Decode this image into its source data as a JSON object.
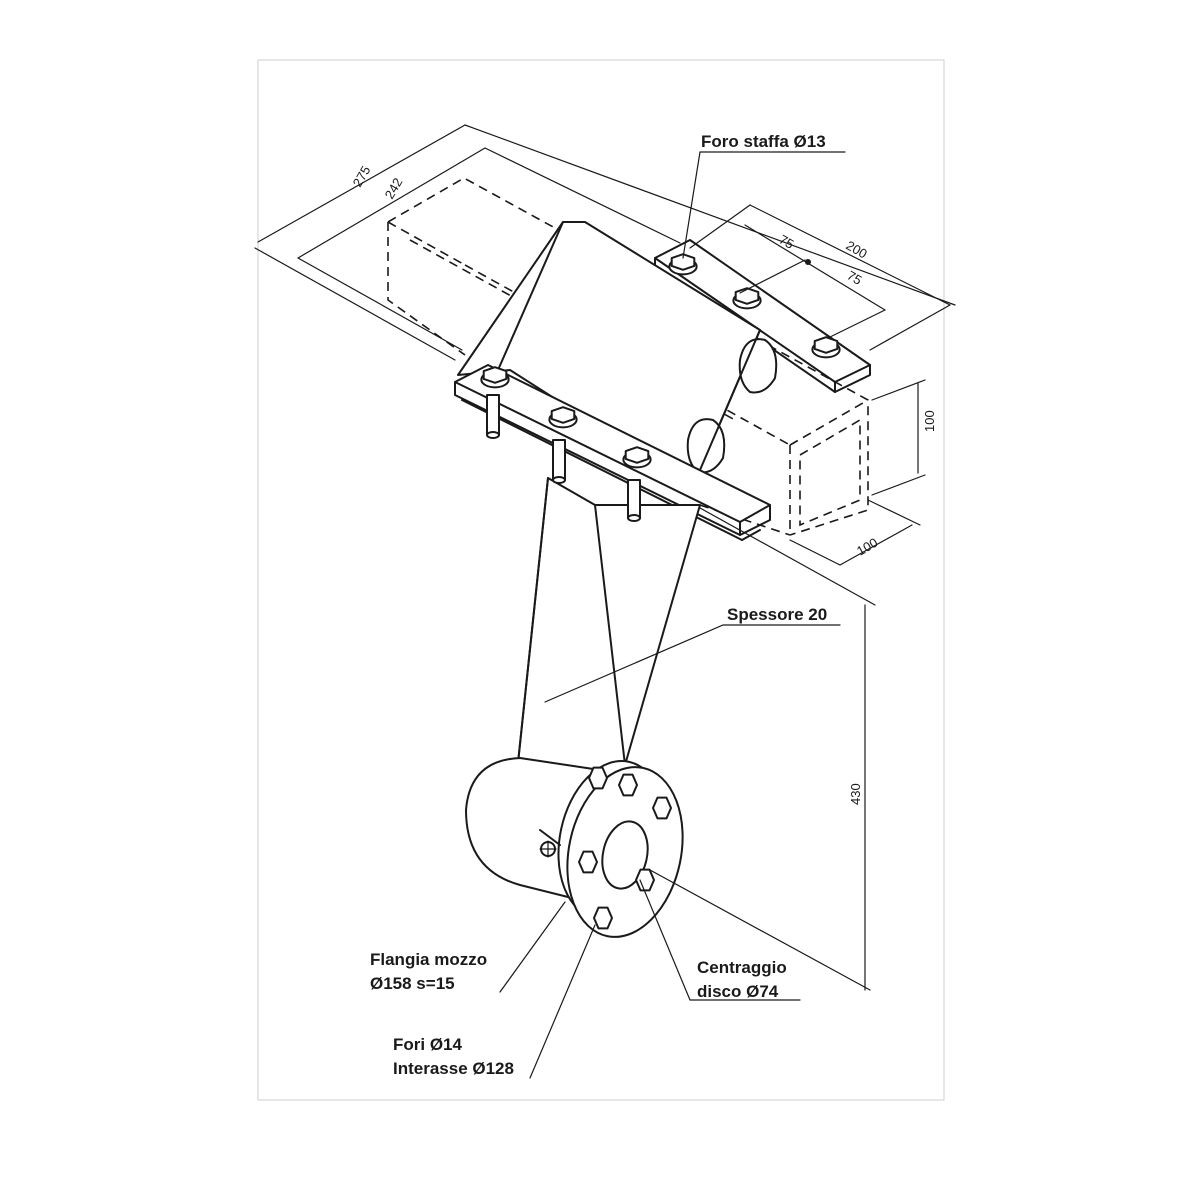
{
  "labels": {
    "foro_staffa": "Foro staffa Ø13",
    "spessore": "Spessore 20",
    "flangia_line1": "Flangia mozzo",
    "flangia_line2": "Ø158 s=15",
    "centraggio_line1": "Centraggio",
    "centraggio_line2": "disco Ø74",
    "fori_line1": "Fori Ø14",
    "fori_line2": "Interasse Ø128"
  },
  "dimensions": {
    "d275": "275",
    "d242": "242",
    "d200": "200",
    "d75a": "75",
    "d75b": "75",
    "d100v": "100",
    "d100h": "100",
    "d430": "430"
  },
  "colors": {
    "line": "#1a1a1a",
    "background": "#ffffff"
  }
}
